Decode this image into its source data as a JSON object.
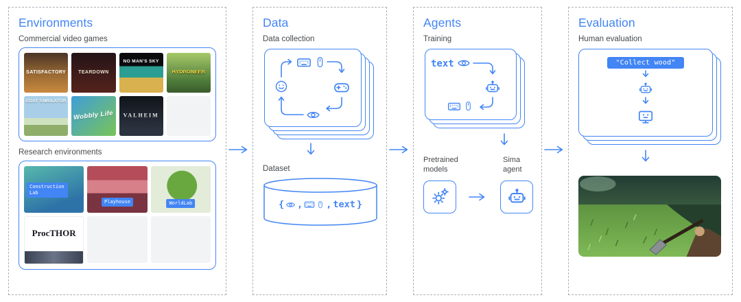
{
  "colors": {
    "accent": "#4285F4",
    "panel_border": "#AAB0B8",
    "label_text": "#45494D",
    "tile_blank": "#F1F3F4",
    "chip_bg": "#4285F4"
  },
  "environments": {
    "title": "Environments",
    "commercial_label": "Commercial video games",
    "commercial_games": [
      {
        "name": "Satisfactory"
      },
      {
        "name": "Teardown"
      },
      {
        "name": "No Man's Sky"
      },
      {
        "name": "Hydroneer"
      },
      {
        "name": "Goat Simulator"
      },
      {
        "name": "Wobbly Life"
      },
      {
        "name": "Valheim"
      },
      {
        "name": ""
      }
    ],
    "research_label": "Research environments",
    "research_envs": [
      {
        "name": "Construction Lab"
      },
      {
        "name": "Playhouse"
      },
      {
        "name": "WorldLab"
      },
      {
        "name": "ProcTHOR"
      },
      {
        "name": ""
      },
      {
        "name": ""
      }
    ]
  },
  "data": {
    "title": "Data",
    "collection_label": "Data collection",
    "collection_icons": [
      "keyboard-icon",
      "mouse-icon",
      "gamepad-icon",
      "eye-icon",
      "smiley-icon"
    ],
    "dataset_label": "Dataset",
    "dataset_expr": {
      "open": "{",
      "sep1": ",",
      "sep2": ",",
      "text": "text",
      "close": "}"
    }
  },
  "agents": {
    "title": "Agents",
    "training_label": "Training",
    "text_token": "text",
    "training_icons": [
      "eye-icon",
      "robot-icon",
      "keyboard-icon",
      "mouse-icon"
    ],
    "pretrained_label": "Pretrained models",
    "sima_label": "Sima agent"
  },
  "evaluation": {
    "title": "Evaluation",
    "human_label": "Human evaluation",
    "instruction": "\"Collect wood\"",
    "flow_icons": [
      "robot-icon",
      "monitor-icon"
    ]
  }
}
